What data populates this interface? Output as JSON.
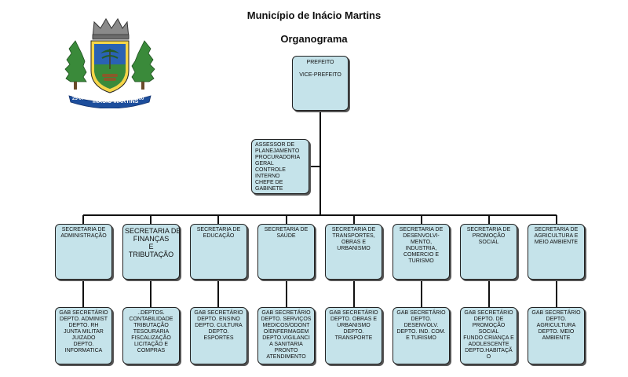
{
  "header": {
    "title": "Município de Inácio Martins",
    "subtitle": "Organograma"
  },
  "logo": {
    "banner_text": "INÁCIO MARTINS",
    "left_date": "25-07",
    "right_year": "1960",
    "colors": {
      "tree": "#3a8a3a",
      "shield": "#2a62b3",
      "ribbon": "#1d4e9c"
    }
  },
  "colors": {
    "box_fill": "#c5e3ea",
    "box_border": "#222222",
    "line": "#111111"
  },
  "prefeito": {
    "line1": "PREFEITO",
    "line2": "VICE-PREFEITO"
  },
  "assessor": {
    "lines": [
      "ASSESSOR DE",
      "PLANEJAMENTO",
      "PROCURADORIA",
      "GERAL",
      "CONTROLE",
      "INTERNO",
      "CHEFE DE",
      "GABINETE"
    ]
  },
  "secretarias": [
    {
      "lines": [
        "SECRETARIA DE",
        "ADMINISTRAÇÃO"
      ]
    },
    {
      "lines": [
        "SECRETARIA DE",
        "FINANÇAS",
        "E",
        "TRIBUTAÇÃO"
      ]
    },
    {
      "lines": [
        "SECRETARIA DE",
        "EDUCAÇÃO"
      ]
    },
    {
      "lines": [
        "SECRETARIA DE",
        "SAÚDE"
      ]
    },
    {
      "lines": [
        "SECRETARIA DE",
        "TRANSPORTES,",
        "OBRAS E",
        "URBANISMO"
      ]
    },
    {
      "lines": [
        "SECRETARIA DE",
        "DESENVOLVI-",
        "MENTO,",
        "INDUSTRIA,",
        "COMERCIO E",
        "TURISMO"
      ]
    },
    {
      "lines": [
        "SECRETARIA DE",
        "PROMOÇÃO",
        "SOCIAL"
      ]
    },
    {
      "lines": [
        "SECRETARIA DE",
        "AGRICULTURA E",
        "MEIO AMBIENTE"
      ]
    }
  ],
  "departamentos": [
    {
      "lines": [
        "GAB SECRETÁRIO",
        "DEPTO. ADMINIST",
        "DEPTO. RH",
        "JUNTA MILITAR",
        "JUIZADO",
        "DEPTO.",
        "INFORMATICA"
      ]
    },
    {
      "lines": [
        "..DEPTOS.",
        "CONTABILIDADE",
        "TRIBUTAÇÃO",
        "TESOURARIA",
        "FISCALIZAÇÃO",
        "LICITAÇÃO E",
        "COMPRAS"
      ]
    },
    {
      "lines": [
        "GAB SECRETÁRIO",
        "DEPTO. ENSINO",
        "DEPTO. CULTURA",
        "DEPTO.",
        "ESPORTES"
      ]
    },
    {
      "lines": [
        "GAB SECRETÁRIO",
        "DEPTO. SERVIÇOS",
        "MEDICOS/ODONT",
        "O/ENFERMAGEM",
        "DEPTO.VIGILANCI",
        "A SANITARIA",
        "PRONTO",
        "ATENDIMENTO"
      ]
    },
    {
      "lines": [
        "GAB SECRETÁRIO",
        "DEPTO. OBRAS E",
        "URBANISMO",
        "DEPTO.",
        "TRANSPORTE"
      ]
    },
    {
      "lines": [
        "GAB SECRETÁRIO",
        "DEPTO.",
        "DESENVOLV.",
        "DEPTO. IND. COM.",
        "E TURISMO"
      ]
    },
    {
      "lines": [
        "GAB SECRETÁRIO",
        "DEPTO. DE",
        "PROMOÇÃO",
        "SOCIAL",
        "FUNDO CRIANÇA E",
        "ADOLESCENTE",
        "DEPTO.HABITAÇÃ",
        "O"
      ]
    },
    {
      "lines": [
        "GAB SECRETÁRIO",
        "DEPTO.",
        "AGRICULTURA",
        "DEPTO. MEIO",
        "AMBIENTE"
      ]
    }
  ]
}
